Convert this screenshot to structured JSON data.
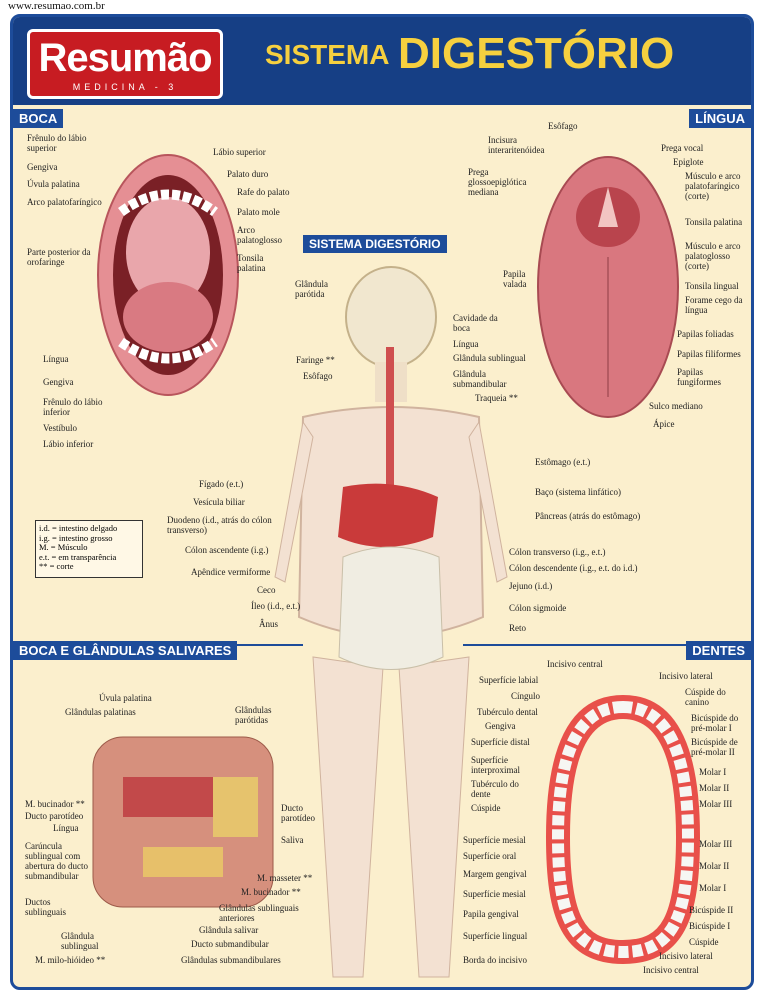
{
  "url": "www.resumao.com.br",
  "brand": {
    "name": "Resumão",
    "sub": "MEDICINA - 3"
  },
  "title": {
    "part1": "SISTEMA",
    "part2": "DIGESTÓRIO"
  },
  "sections": {
    "boca": "BOCA",
    "lingua": "LÍNGUA",
    "sistema": "SISTEMA DIGESTÓRIO",
    "glandulas": "BOCA E GLÂNDULAS SALIVARES",
    "dentes": "DENTES"
  },
  "legend": [
    "i.d. = intestino delgado",
    "i.g. = intestino grosso",
    "M. = Músculo",
    "e.t. = em transparência",
    "** = corte"
  ],
  "boca_labels": {
    "l1": "Frênulo do lábio superior",
    "l2": "Gengiva",
    "l3": "Úvula palatina",
    "l4": "Arco palatofaríngico",
    "l5": "Parte posterior da orofaringe",
    "l6": "Língua",
    "l7": "Gengiva",
    "l8": "Frênulo do lábio inferior",
    "l9": "Vestíbulo",
    "l10": "Lábio inferior",
    "r1": "Lábio superior",
    "r2": "Palato duro",
    "r3": "Rafe do palato",
    "r4": "Palato mole",
    "r5": "Arco palatoglosso",
    "r6": "Tonsila palatina"
  },
  "lingua_labels": {
    "t1": "Esôfago",
    "t2": "Incisura interaritenóidea",
    "t3": "Prega glossoepiglótica mediana",
    "t4": "Papila valada",
    "r1": "Prega vocal",
    "r2": "Epiglote",
    "r3": "Músculo e arco palatofaríngico (corte)",
    "r4": "Tonsila palatina",
    "r5": "Músculo e arco palatoglosso (corte)",
    "r6": "Tonsila lingual",
    "r7": "Forame cego da língua",
    "r8": "Papilas foliadas",
    "r9": "Papilas filiformes",
    "r10": "Papilas fungiformes",
    "r11": "Sulco mediano",
    "r12": "Ápice"
  },
  "sistema_labels": {
    "a1": "Glândula parótida",
    "a2": "Cavidade da boca",
    "a3": "Língua",
    "a4": "Glândula sublingual",
    "a5": "Glândula submandibular",
    "a6": "Faringe **",
    "a7": "Esôfago",
    "a8": "Traqueia **",
    "b1": "Estômago (e.t.)",
    "b2": "Baço (sistema linfático)",
    "b3": "Pâncreas (atrás do estômago)",
    "b4": "Cólon transverso (i.g., e.t.)",
    "b5": "Cólon descendente (i.g., e.t. do i.d.)",
    "b6": "Jejuno (i.d.)",
    "b7": "Cólon sigmoide",
    "b8": "Reto",
    "c1": "Fígado (e.t.)",
    "c2": "Vesícula biliar",
    "c3": "Duodeno (i.d., atrás do cólon transverso)",
    "c4": "Cólon ascendente (i.g.)",
    "c5": "Apêndice vermiforme",
    "c6": "Ceco",
    "c7": "Íleo (i.d., e.t.)",
    "c8": "Ânus"
  },
  "glandulas_labels": {
    "g1": "Úvula palatina",
    "g2": "Glândulas palatinas",
    "g3": "Glândulas parótidas",
    "g4": "M. bucinador **",
    "g5": "Ducto parotídeo",
    "g6": "Língua",
    "g7": "Carúncula sublingual com abertura do ducto submandibular",
    "g8": "Ductos sublinguais",
    "g9": "Glândula sublingual",
    "g10": "M. milo-hióideo **",
    "g11": "Ducto parotídeo",
    "g12": "Saliva",
    "g13": "M. masseter **",
    "g14": "M. bucinador **",
    "g15": "Glândulas sublinguais anteriores",
    "g16": "Glândula salivar",
    "g17": "Ducto submandibular",
    "g18": "Glândulas submandibulares"
  },
  "dentes_labels": {
    "l1": "Incisivo central",
    "l2": "Superfície labial",
    "l3": "Cíngulo",
    "l4": "Tubérculo dental",
    "l5": "Gengiva",
    "l6": "Superfície distal",
    "l7": "Superfície interproximal",
    "l8": "Tubérculo do dente",
    "l9": "Cúspide",
    "l10": "Superfície mesial",
    "l11": "Superfície oral",
    "l12": "Margem gengival",
    "l13": "Superfície mesial",
    "l14": "Papila gengival",
    "l15": "Superfície lingual",
    "l16": "Borda do incisivo",
    "r1": "Incisivo lateral",
    "r2": "Cúspide do canino",
    "r3": "Bicúspide do pré-molar I",
    "r4": "Bicúspide de pré-molar II",
    "r5": "Molar I",
    "r6": "Molar II",
    "r7": "Molar III",
    "r8": "Molar III",
    "r9": "Molar II",
    "r10": "Molar I",
    "r11": "Bicúspide II",
    "r12": "Bicúspide I",
    "r13": "Cúspide",
    "r14": "Incisivo lateral",
    "r15": "Incisivo central"
  }
}
